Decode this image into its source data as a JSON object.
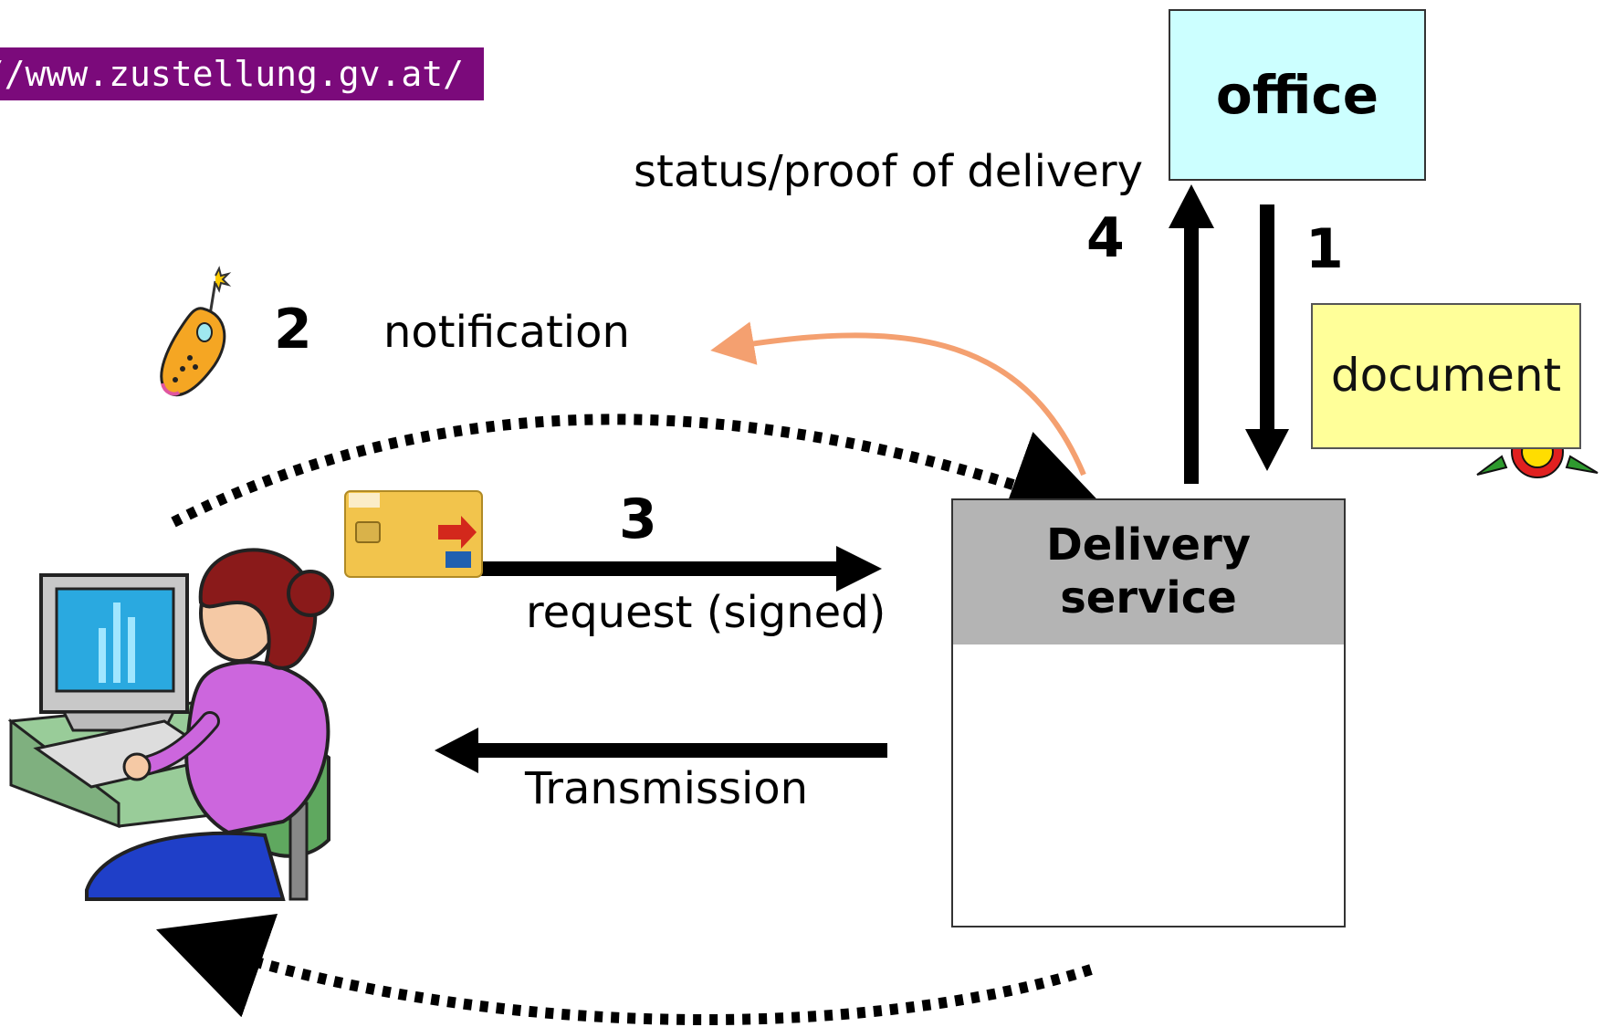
{
  "url_banner": "s://www.zustellung.gv.at/",
  "office": "office",
  "document": "document",
  "delivery_service": {
    "line1": "Delivery",
    "line2": "service"
  },
  "steps": {
    "one": "1",
    "two": "2",
    "three": "3",
    "four": "4"
  },
  "labels": {
    "status": "status/proof of delivery",
    "notification": "notification",
    "request": "request (signed)",
    "transmission": "Transmission"
  },
  "colors": {
    "banner": "#7b0a7b",
    "office_fill": "#ccffff",
    "document_fill": "#ffff99",
    "delivery_header": "#b4b4b4",
    "notification_arrow": "#f4a070"
  },
  "icons": [
    "mobile-phone-icon",
    "smart-card-icon",
    "user-at-computer-icon",
    "envelope-computer-icon",
    "signature-seal-icon"
  ]
}
